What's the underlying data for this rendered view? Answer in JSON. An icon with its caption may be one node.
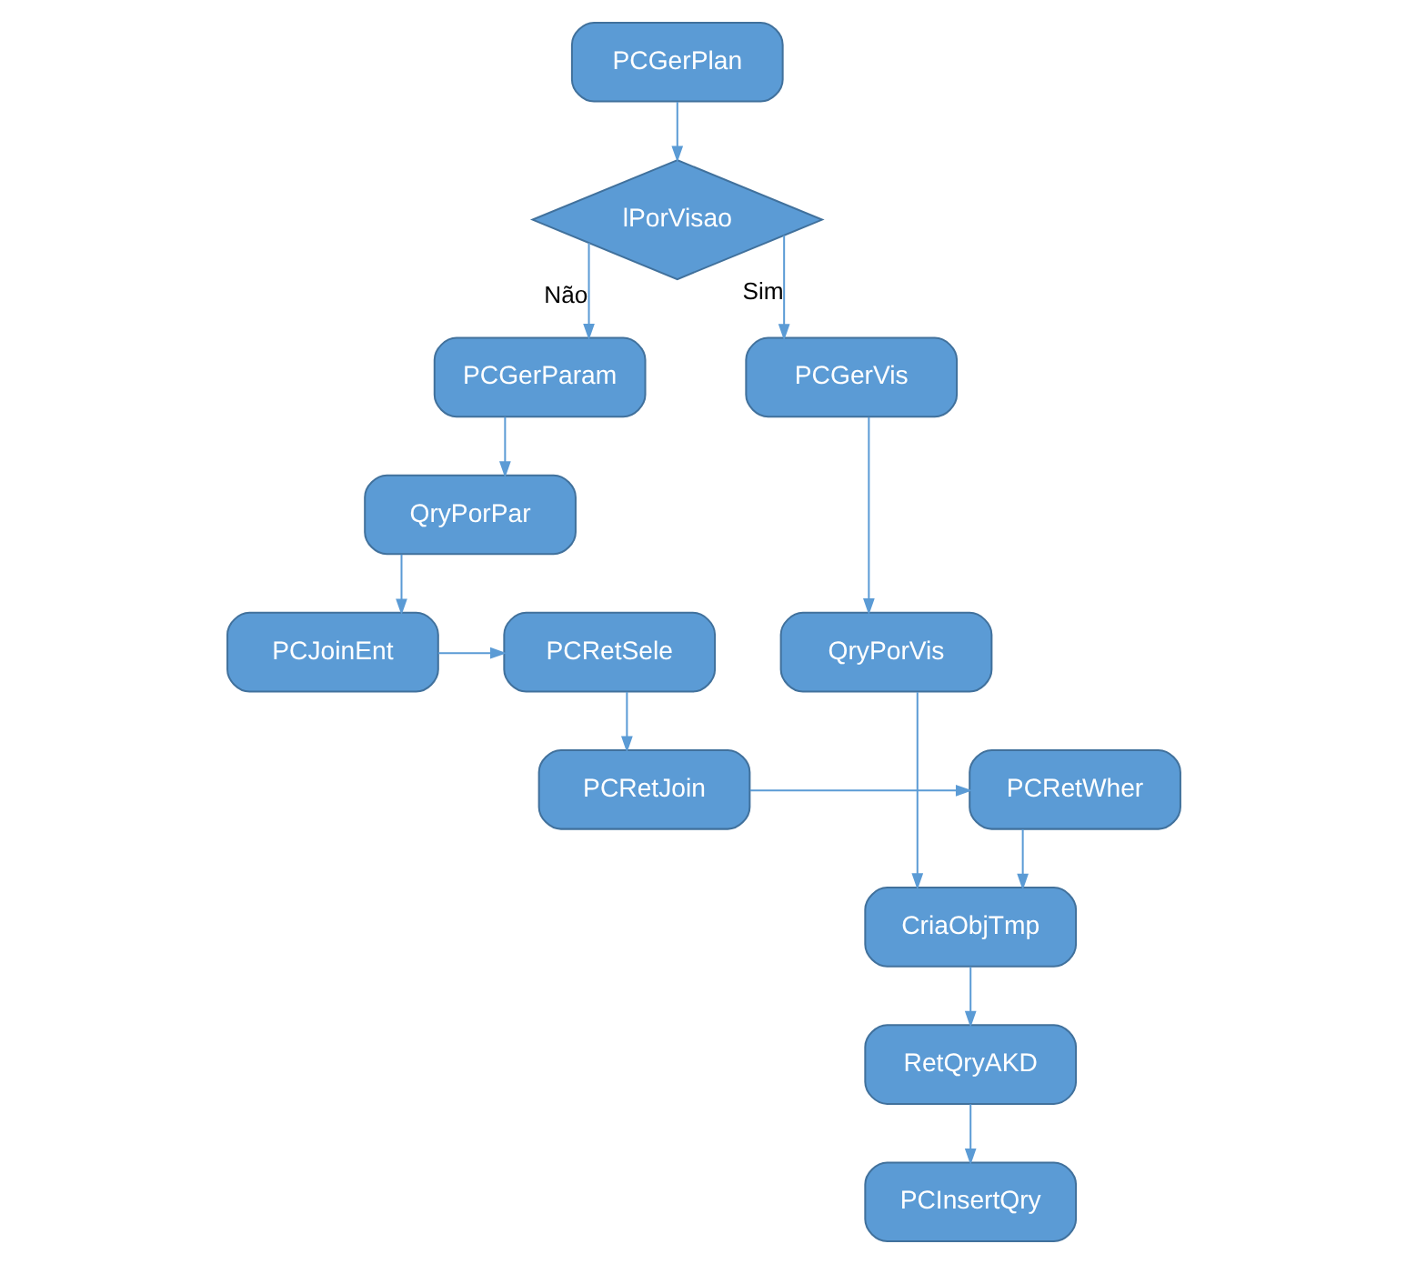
{
  "diagram": {
    "nodes": [
      {
        "text": [
          "PCGerPlan"
        ]
      },
      {
        "text": [
          "lPorVisao"
        ]
      },
      {
        "text": [
          "PCGerParam"
        ]
      },
      {
        "text": [
          "PCGerVis"
        ]
      },
      {
        "text": [
          "QryPorPar"
        ]
      },
      {
        "text": [
          "QryPorVis"
        ]
      },
      {
        "text": [
          "PCJoinEnt"
        ]
      },
      {
        "text": [
          "PCRetSele"
        ]
      },
      {
        "text": [
          "PCRetJoin"
        ]
      },
      {
        "text": [
          "PCRetWher"
        ]
      },
      {
        "text": [
          "CriaObjTmp"
        ]
      },
      {
        "text": [
          "RetQryAKD"
        ]
      },
      {
        "text": [
          "PCInsertQry"
        ]
      }
    ],
    "edges": [
      {
        "from": 0,
        "to": 1,
        "arrow": "to"
      },
      {
        "from": 1,
        "to": 2,
        "arrow": "to",
        "label": "Não"
      },
      {
        "from": 1,
        "to": 3,
        "arrow": "to",
        "label": "Sim"
      },
      {
        "from": 2,
        "to": 4,
        "arrow": "to"
      },
      {
        "from": 3,
        "to": 5,
        "arrow": "to"
      },
      {
        "from": 4,
        "to": 6,
        "arrow": "to"
      },
      {
        "from": 6,
        "to": 7,
        "arrow": "to"
      },
      {
        "from": 7,
        "to": 8,
        "arrow": "to"
      },
      {
        "from": 8,
        "to": 9,
        "arrow": "to"
      },
      {
        "from": 9,
        "to": 10,
        "arrow": "to"
      },
      {
        "from": 5,
        "to": 10,
        "arrow": "to"
      },
      {
        "from": 10,
        "to": 11,
        "arrow": "to"
      },
      {
        "from": 11,
        "to": 12,
        "arrow": "to"
      }
    ]
  }
}
